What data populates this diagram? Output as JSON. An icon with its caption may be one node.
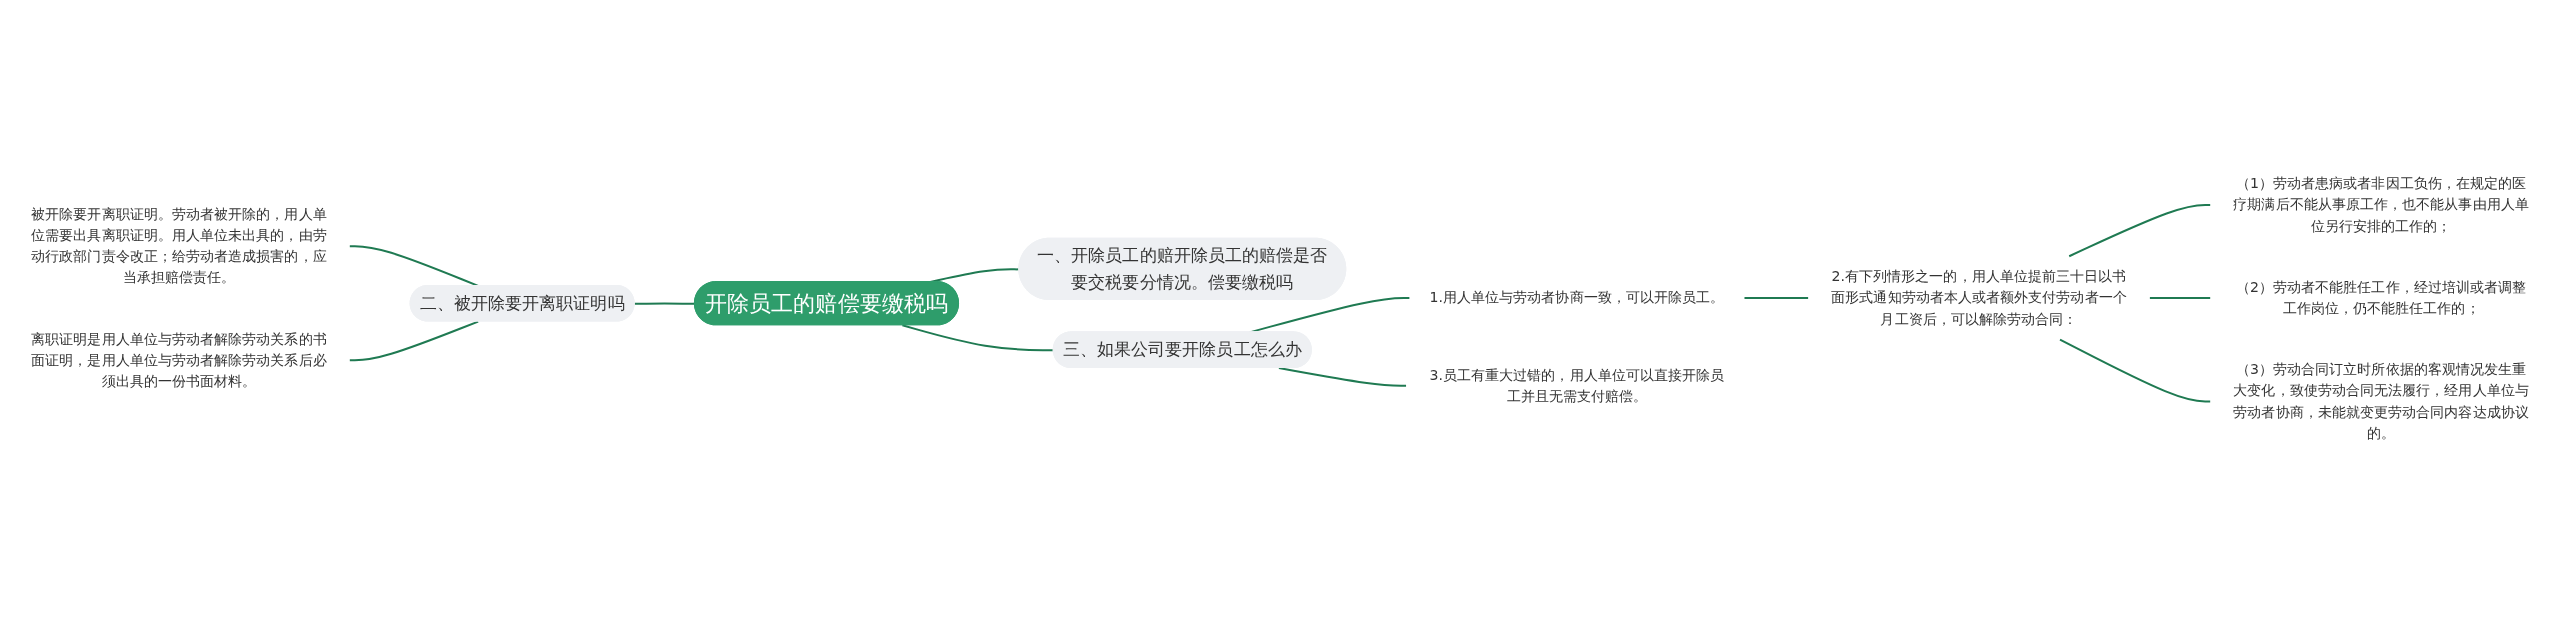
{
  "diagram": {
    "nodes": [
      {
        "text": [
          "开除员工的赔偿要缴税吗"
        ]
      },
      {
        "text": [
          "一、开除员工的赔开除员工的赔偿是否要交税要分情况。偿要缴税吗"
        ]
      },
      {
        "text": [
          "二、被开除要开离职证明吗"
        ]
      },
      {
        "text": [
          "被开除要开离职证明。劳动者被开除的，用人单位需要出具离职证明。用人单位未出具的，由劳动行政部门责令改正；给劳动者造成损害的，应当承担赔偿责任。"
        ]
      },
      {
        "text": [
          "离职证明是用人单位与劳动者解除劳动关系的书面证明，是用人单位与劳动者解除劳动关系后必须出具的一份书面材料。"
        ]
      },
      {
        "text": [
          "三、如果公司要开除员工怎么办"
        ]
      },
      {
        "text": [
          "1.用人单位与劳动者协商一致，可以开除员工。"
        ]
      },
      {
        "text": [
          "2.有下列情形之一的，用人单位提前三十日以书面形式通知劳动者本人或者额外支付劳动者一个月工资后，可以解除劳动合同："
        ]
      },
      {
        "text": [
          "（1）劳动者患病或者非因工负伤，在规定的医疗期满后不能从事原工作，也不能从事由用人单位另行安排的工作的；"
        ]
      },
      {
        "text": [
          "（2）劳动者不能胜任工作，经过培训或者调整工作岗位，仍不能胜任工作的；"
        ]
      },
      {
        "text": [
          "（3）劳动合同订立时所依据的客观情况发生重大变化，致使劳动合同无法履行，经用人单位与劳动者协商，未能就变更劳动合同内容达成协议的。"
        ]
      },
      {
        "text": [
          "3.员工有重大过错的，用人单位可以直接开除员工并且无需支付赔偿。"
        ]
      }
    ],
    "edges": [
      {
        "from": 0,
        "to": 1,
        "arrow": "none"
      },
      {
        "from": 2,
        "to": 0,
        "arrow": "none"
      },
      {
        "from": 3,
        "to": 2,
        "arrow": "none"
      },
      {
        "from": 4,
        "to": 2,
        "arrow": "none"
      },
      {
        "from": 0,
        "to": 5,
        "arrow": "none"
      },
      {
        "from": 5,
        "to": 6,
        "arrow": "none"
      },
      {
        "from": 6,
        "to": 7,
        "arrow": "none"
      },
      {
        "from": 7,
        "to": 8,
        "arrow": "none"
      },
      {
        "from": 7,
        "to": 9,
        "arrow": "none"
      },
      {
        "from": 7,
        "to": 10,
        "arrow": "none"
      },
      {
        "from": 5,
        "to": 11,
        "arrow": "none"
      }
    ]
  }
}
